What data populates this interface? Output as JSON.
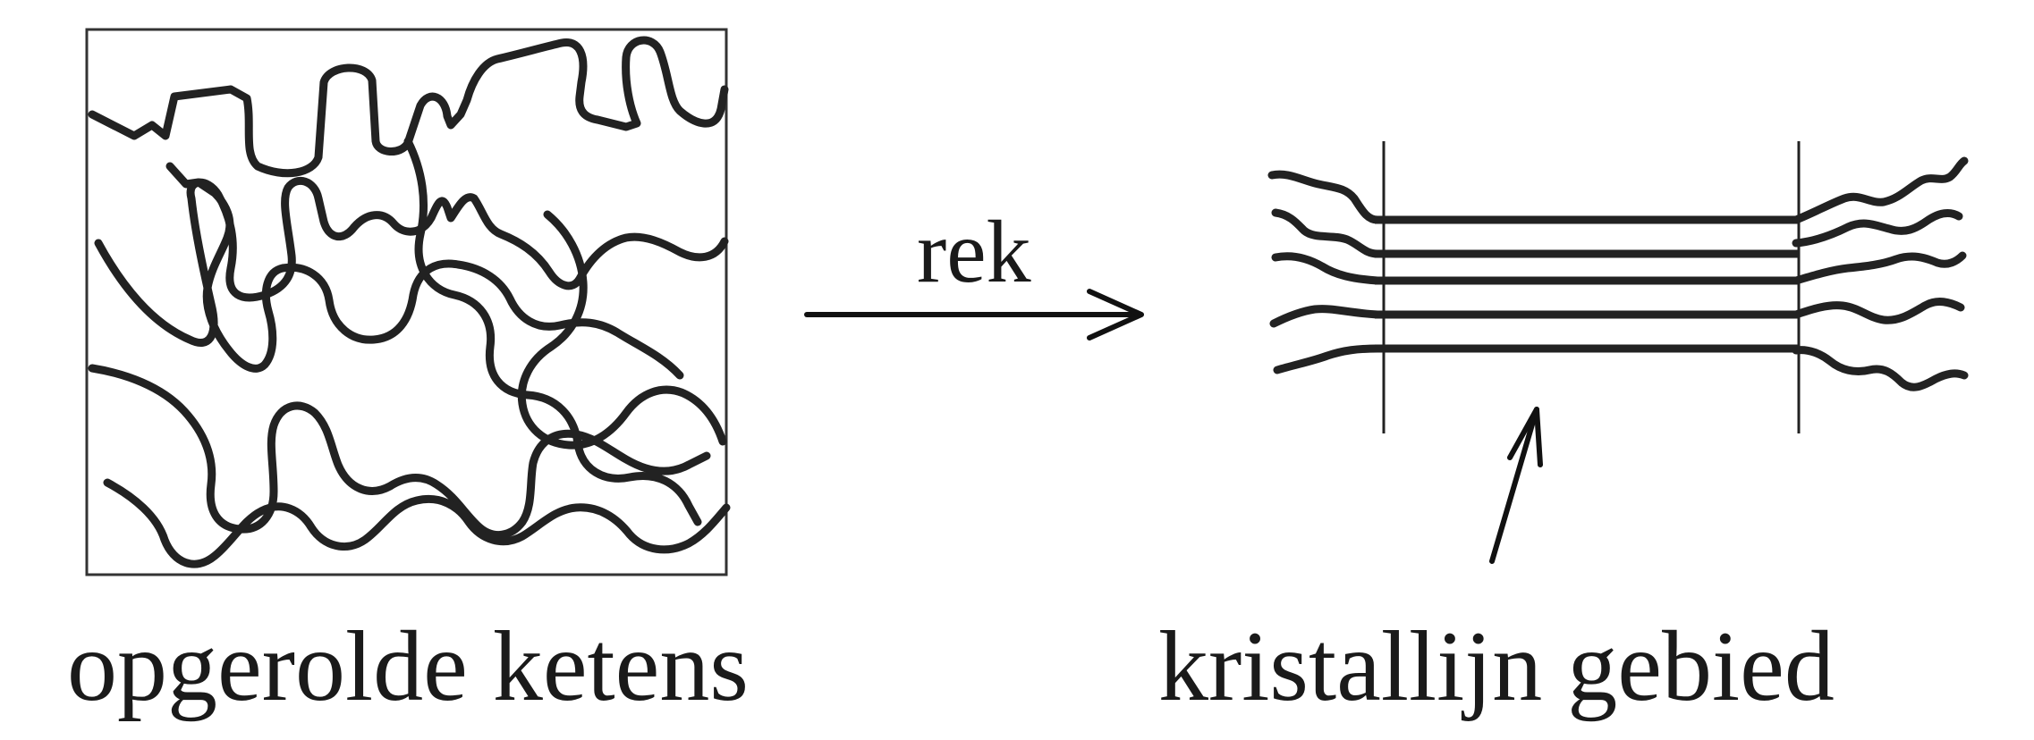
{
  "labels": {
    "left_caption": "opgerolde ketens",
    "arrow_label": "rek",
    "right_caption": "kristallijn gebied"
  },
  "colors": {
    "line": "#222222",
    "text": "#1a1a1a",
    "background": "#ffffff"
  }
}
